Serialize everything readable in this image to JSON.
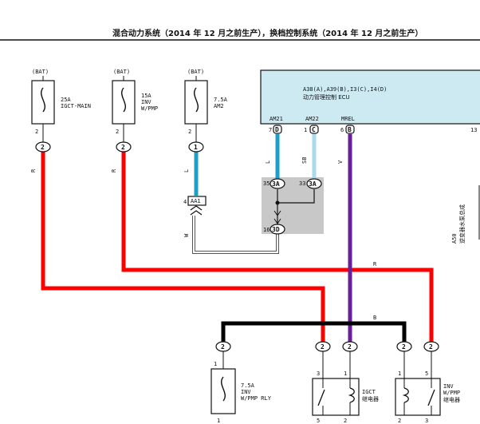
{
  "header": {
    "title": "混合动力系统（2014 年 12 月之前生产），换档控制系统（2014 年 12 月之前生产）"
  },
  "fuses": [
    {
      "id": "f1",
      "source": "(BAT)",
      "rating": "25A",
      "name1": "IGCT-MAIN",
      "name2": "",
      "pin": "2",
      "connector": "2",
      "wire_color": "R"
    },
    {
      "id": "f2",
      "source": "(BAT)",
      "rating": "15A",
      "name1": "INV",
      "name2": "W/PMP",
      "pin": "2",
      "connector": "2",
      "wire_color": "R"
    },
    {
      "id": "f3",
      "source": "(BAT)",
      "rating": "7.5A",
      "name1": "AM2",
      "name2": "",
      "pin": "2",
      "connector": "1",
      "wire_color": "L"
    }
  ],
  "ecu": {
    "connectors": "A38(A),A39(B),I3(C),I4(D)",
    "name": "动力管理控制 ECU",
    "pins": [
      {
        "label": "AM21",
        "pin": "7",
        "conn": "D",
        "wire_color": "L"
      },
      {
        "label": "AM22",
        "pin": "1",
        "conn": "C",
        "wire_color": "SB"
      },
      {
        "label": "MREL",
        "pin": "6",
        "conn": "B",
        "wire_color": "V"
      }
    ],
    "right_pin": "13"
  },
  "junction": {
    "in1_pin": "35",
    "in1_conn": "3A",
    "in2_pin": "33",
    "in2_conn": "3A",
    "out_pin": "16",
    "out_conn": "3D"
  },
  "splice": {
    "pin": "4",
    "name": "AA1",
    "wire_color": "W"
  },
  "wires": {
    "r_label": "R",
    "b_label": "B"
  },
  "bottom_connectors": [
    "2",
    "2",
    "2",
    "2",
    "2"
  ],
  "relay_fuse": {
    "rating": "7.5A",
    "name1": "INV",
    "name2": "W/PMP RLY",
    "pin_top": "1",
    "pin_bottom": "1"
  },
  "relay_igct": {
    "name1": "IGCT",
    "name2": "继电器",
    "pin_tl": "3",
    "pin_tr": "1",
    "pin_bl": "5",
    "pin_br": "2"
  },
  "relay_inv": {
    "name1": "INV",
    "name2": "W/PMP",
    "name3": "继电器",
    "pin_tl": "1",
    "pin_tr": "5",
    "pin_bl": "2",
    "pin_br": "3"
  },
  "side_device": {
    "id": "A50",
    "name": "逆变器水泵总成"
  },
  "colors": {
    "red": "#ff0000",
    "blue": "#1e9fc9",
    "light_blue": "#a8dcec",
    "purple": "#6a1f9a",
    "black": "#000000",
    "ecu_fill": "#cdeaf2",
    "junction_fill": "#c8c8c8"
  }
}
